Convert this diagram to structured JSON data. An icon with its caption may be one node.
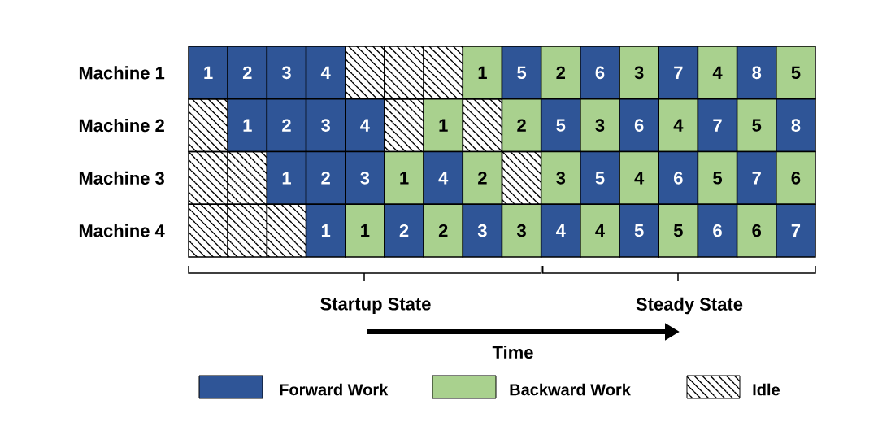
{
  "diagram": {
    "nodes": [
      {
        "text": [
          "1"
        ]
      },
      {
        "text": [
          "2"
        ]
      },
      {
        "text": [
          "3"
        ]
      },
      {
        "text": [
          "4"
        ]
      },
      {
        "text": [],
        "shape": "box"
      },
      {
        "text": [],
        "shape": "box"
      },
      {
        "text": [],
        "shape": "box"
      },
      {
        "text": [
          "1"
        ]
      },
      {
        "text": [
          "5"
        ]
      },
      {
        "text": [
          "2"
        ]
      },
      {
        "text": [
          "6"
        ]
      },
      {
        "text": [
          "3"
        ]
      },
      {
        "text": [
          "7"
        ]
      },
      {
        "text": [
          "4"
        ]
      },
      {
        "text": [
          "8"
        ]
      },
      {
        "text": [
          "5"
        ]
      },
      {
        "text": [],
        "shape": "box"
      },
      {
        "text": [
          "1"
        ]
      },
      {
        "text": [
          "2"
        ]
      },
      {
        "text": [
          "3"
        ]
      },
      {
        "text": [
          "4"
        ]
      },
      {
        "text": [],
        "shape": "box"
      },
      {
        "text": [
          "1"
        ]
      },
      {
        "text": [],
        "shape": "box"
      },
      {
        "text": [
          "2"
        ]
      },
      {
        "text": [
          "5"
        ]
      },
      {
        "text": [
          "3"
        ]
      },
      {
        "text": [
          "6"
        ]
      },
      {
        "text": [
          "4"
        ]
      },
      {
        "text": [
          "7"
        ]
      },
      {
        "text": [
          "5"
        ]
      },
      {
        "text": [
          "8"
        ]
      },
      {
        "text": [],
        "shape": "box"
      },
      {
        "text": [],
        "shape": "box"
      },
      {
        "text": [
          "1"
        ]
      },
      {
        "text": [
          "2"
        ]
      },
      {
        "text": [
          "3"
        ]
      },
      {
        "text": [
          "1"
        ]
      },
      {
        "text": [
          "4"
        ]
      },
      {
        "text": [
          "2"
        ]
      },
      {
        "text": [],
        "shape": "box"
      },
      {
        "text": [
          "3"
        ]
      },
      {
        "text": [
          "5"
        ]
      },
      {
        "text": [
          "4"
        ]
      },
      {
        "text": [
          "6"
        ]
      },
      {
        "text": [
          "5"
        ]
      },
      {
        "text": [
          "7"
        ]
      },
      {
        "text": [
          "6"
        ]
      },
      {
        "text": [],
        "shape": "box"
      },
      {
        "text": [],
        "shape": "box"
      },
      {
        "text": [],
        "shape": "box"
      },
      {
        "text": [
          "1"
        ]
      },
      {
        "text": [
          "1"
        ]
      },
      {
        "text": [
          "2"
        ]
      },
      {
        "text": [
          "2"
        ]
      },
      {
        "text": [
          "3"
        ]
      },
      {
        "text": [
          "3"
        ]
      },
      {
        "text": [
          "4"
        ]
      },
      {
        "text": [
          "4"
        ]
      },
      {
        "text": [
          "5"
        ]
      },
      {
        "text": [
          "5"
        ]
      },
      {
        "text": [
          "6"
        ]
      },
      {
        "text": [
          "6"
        ]
      },
      {
        "text": [
          "7"
        ]
      }
    ],
    "labels": [
      "Machine 1",
      "Machine 2",
      "Machine 3",
      "Machine 4",
      "Startup State",
      "Steady State",
      "Time"
    ],
    "legend": [
      {
        "text": "Forward Work",
        "color": "#2f5597"
      },
      {
        "text": "Backward Work",
        "color": "#a9d18e"
      },
      {
        "text": "Idle"
      }
    ]
  }
}
